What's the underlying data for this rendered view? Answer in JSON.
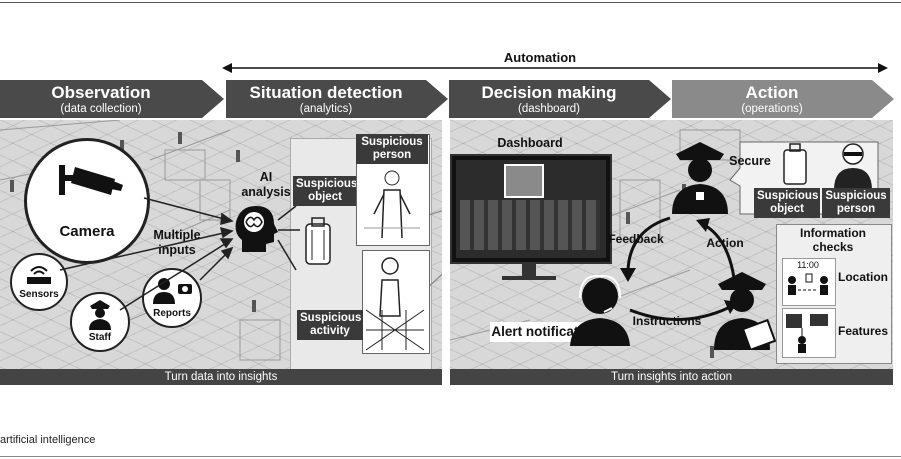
{
  "automation_label": "Automation",
  "stages": [
    {
      "title": "Observation",
      "subtitle": "(data collection)"
    },
    {
      "title": "Situation detection",
      "subtitle": "(analytics)"
    },
    {
      "title": "Decision making",
      "subtitle": "(dashboard)"
    },
    {
      "title": "Action",
      "subtitle": "(operations)"
    }
  ],
  "observation": {
    "camera": "Camera",
    "sensors": "Sensors",
    "staff": "Staff",
    "reports": "Reports",
    "multiple_inputs": "Multiple inputs",
    "ai_analysis": "AI analysis"
  },
  "detection": {
    "suspicious_object": "Suspicious object",
    "suspicious_person": "Suspicious person",
    "suspicious_activity": "Suspicious activity"
  },
  "decision": {
    "dashboard": "Dashboard",
    "alert_notification": "Alert notification",
    "feedback": "Feedback",
    "instructions": "Instructions"
  },
  "action": {
    "action_label": "Action",
    "secure": "Secure",
    "suspicious_object": "Suspicious object",
    "suspicious_person": "Suspicious person",
    "information_checks": "Information checks",
    "time": "11:00",
    "location": "Location",
    "features": "Features"
  },
  "footers": {
    "left": "Turn data into insights",
    "right": "Turn insights into action"
  },
  "caption_fragment": "artificial intelligence",
  "colors": {
    "stage_dark": "#4a4a4a",
    "stage_light": "#8a8a8a",
    "scene_bg": "#d8d8d8",
    "footer": "#444444"
  }
}
